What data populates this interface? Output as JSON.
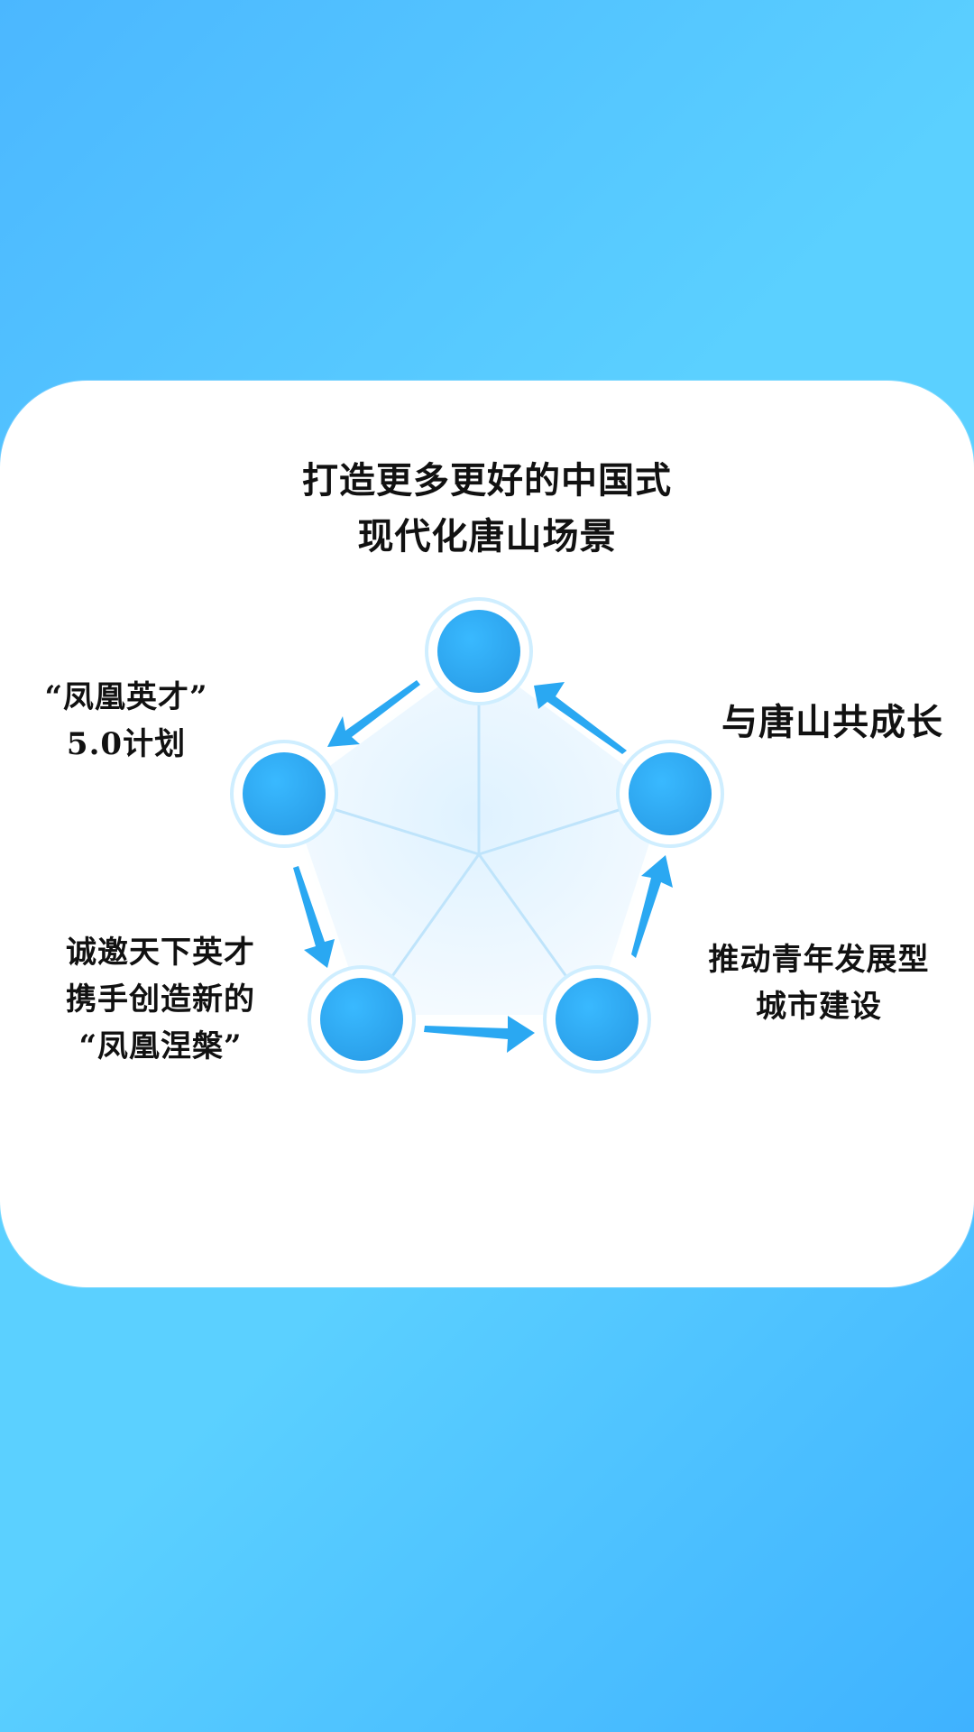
{
  "colors": {
    "background_start": "#4bb7ff",
    "background_end": "#5bd0ff",
    "card": "#ffffff",
    "node_fill": "#35b1f8",
    "node_ring": "#cfeeff",
    "arrow": "#2aa8f2",
    "pentagon_fill": "#e9f6ff",
    "spoke": "#bfe4fb"
  },
  "diagram": {
    "nodes": [
      {
        "id": "top",
        "lines": [
          "打造更多更好的中国式",
          "现代化唐山场景"
        ]
      },
      {
        "id": "right",
        "lines": [
          "与唐山共成长"
        ]
      },
      {
        "id": "right-bottom",
        "lines": [
          "推动青年发展型",
          "城市建设"
        ]
      },
      {
        "id": "left-bottom",
        "lines": [
          "诚邀天下英才",
          "携手创造新的",
          "“凤凰涅槃”"
        ]
      },
      {
        "id": "left-top",
        "lines": [
          "“凤凰英才”",
          "5.0计划"
        ]
      }
    ]
  }
}
